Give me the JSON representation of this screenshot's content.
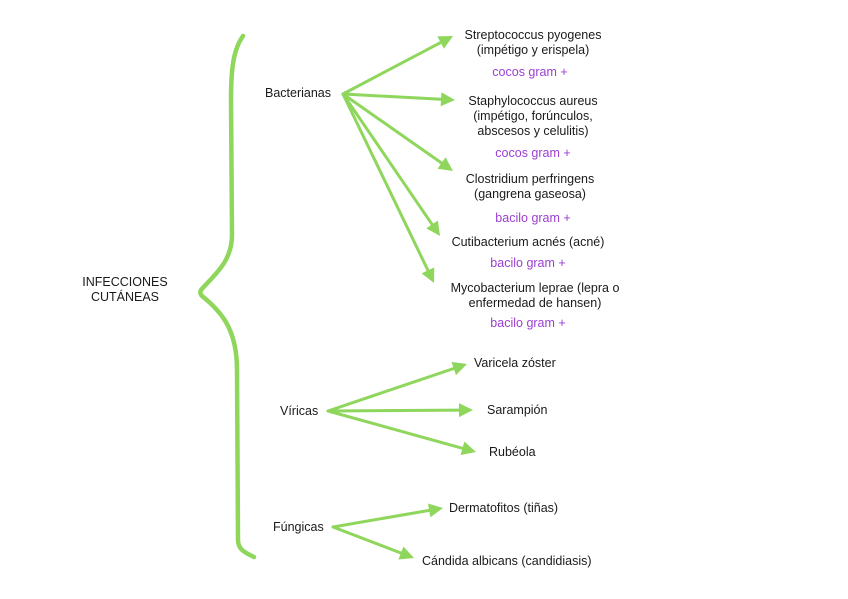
{
  "root": {
    "label": "INFECCIONES\nCUTÁNEAS"
  },
  "colors": {
    "connector": "#8fd65c",
    "note": "#9b3fd0",
    "text": "#1a1a1a"
  },
  "groups": [
    {
      "id": "bacterianas",
      "label": "Bacterianas",
      "items": [
        {
          "name": "Streptococcus pyogenes\n(impétigo y erispela)",
          "note": "cocos gram +"
        },
        {
          "name": "Staphylococcus aureus\n(impétigo, forúnculos,\nabscesos y celulitis)",
          "note": "cocos gram +"
        },
        {
          "name": "Clostridium perfringens\n(gangrena gaseosa)",
          "note": "bacilo gram +"
        },
        {
          "name": "Cutibacterium acnés (acné)",
          "note": "bacilo gram +"
        },
        {
          "name": "Mycobacterium leprae (lepra o\nenfermedad de hansen)",
          "note": "bacilo gram +"
        }
      ]
    },
    {
      "id": "viricas",
      "label": "Víricas",
      "items": [
        {
          "name": "Varicela zóster"
        },
        {
          "name": "Sarampión"
        },
        {
          "name": "Rubéola"
        }
      ]
    },
    {
      "id": "fungicas",
      "label": "Fúngicas",
      "items": [
        {
          "name": "Dermatofitos (tiñas)"
        },
        {
          "name": "Cándida albicans (candidiasis)"
        }
      ]
    }
  ]
}
